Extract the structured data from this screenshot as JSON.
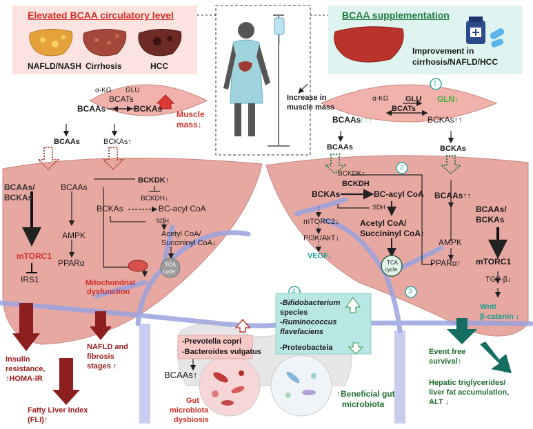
{
  "left_panel": {
    "header": "Elevated BCAA circulatory level",
    "liver_labels": [
      "NAFLD/NASH",
      "Cirrhosis",
      "HCC"
    ],
    "muscle": {
      "akg": "α-KG",
      "glu": "GLU",
      "bcats": "BCATs",
      "bcaas": "BCAAs",
      "bckas": "BCKAs",
      "muscle_mass": "Muscle",
      "muscle_mass2": "mass↓"
    },
    "arrows": {
      "bcaas": "BCAAs",
      "bckas": "BCKAs↑"
    },
    "liver": {
      "bcaas_bckas": "BCAAs/",
      "bcaas_bckas2": "BCKAs",
      "bcaas": "BCAAs",
      "ampk": "AMPK",
      "mtorc1": "mTORC1",
      "irs1": "IRS1",
      "ppara": "PPARα",
      "bckdk": "BCKDK↑",
      "bckdh": "BCKDH↓",
      "bckas": "BCKAs",
      "bc_acyl": "BC-acyl CoA",
      "sdh": "SDH",
      "acetyl": "Acetyl CoA/",
      "succinyl": "Succininyl CoA↓",
      "tca": "TCA",
      "tca2": "cycle",
      "mito": "Mitochondrial",
      "mito2": "dysfunction"
    },
    "outcomes": {
      "insulin": "Insulin",
      "insulin2": "resistance,",
      "insulin3": "↑HOMA-IR",
      "nafld": "NAFLD and",
      "nafld2": "fibrosis",
      "nafld3": "stages ↑",
      "fli": "Fatty Liver Index",
      "fli2": "(FLI)↑"
    }
  },
  "center": {
    "muscle_note": "Increase in",
    "muscle_note2": "muscle mass",
    "dysbiosis_box": {
      "line1": "-Prevotella copri",
      "line2": "-Bacteroides vulgatus"
    },
    "bcaas_up": "BCAAs↑",
    "gut_dysbiosis": "Gut",
    "gut_dysbiosis2": "microbiota",
    "gut_dysbiosis3": "dysbiosis"
  },
  "right_panel": {
    "header": "BCAA supplementation",
    "improvement": "Improvement in",
    "improvement2": "cirrhosis/NAFLD/HCC",
    "muscle": {
      "num1": "1",
      "akg": "α-KG",
      "glu": "GLU",
      "gln": "GLN↑",
      "bcats": "BCATs",
      "bcaas": "BCAAs",
      "bcaas_up": "↑↑↑",
      "bckas": "BCKAs↑↑"
    },
    "arrows": {
      "bcaas": "BCAAs",
      "bckas": "BCKAs"
    },
    "liver": {
      "num2": "2",
      "bckdk": "BCKDK↑",
      "bckdh": "BCKDH",
      "bckas": "BCKAs",
      "bc_acyl": "BC-acyl CoA",
      "sdh": "SDH",
      "mtorc2": "mTORC2↓",
      "pi3k": "PI3K/AkT↓",
      "vegf": "VEGF↓",
      "acetyl": "Acetyl CoA/",
      "succinyl": "Succininyl CoA↑",
      "tca": "TCA",
      "tca2": "cycle",
      "num3": "3",
      "bcaas": "BCAAs↑↑",
      "ampk": "AMPK",
      "ppara": "PPARα↑",
      "bcaas_bckas": "BCAAs/",
      "bcaas_bckas2": "BCKAs",
      "mtorc1": "mTORC1",
      "tgfb": "TGF-β↓",
      "wnt": "Wnt/",
      "wnt2": "β-catenin ↓"
    },
    "microbiota_box": {
      "num4": "4",
      "line1": "-Bifidobacterium",
      "line2": "species",
      "line3": "-Ruminococcus",
      "line4": "flavefaciens",
      "line5": "-Proteobacteia"
    },
    "outcomes": {
      "event": "Event free",
      "event2": "survival↑",
      "hepatic": "Hepatic triglycerides/",
      "hepatic2": "liver fat accumulation,",
      "hepatic3": "ALT ↓",
      "beneficial": "↑Beneficial gut",
      "beneficial2": "microbiota"
    }
  },
  "colors": {
    "liver_fill": "#e8a8a2",
    "muscle_fill": "#f0b2aa",
    "red_text": "#d0302a",
    "dark_red_arrow": "#8e1f1f",
    "teal_arrow": "#146e62",
    "green_text": "#1e7a3a",
    "vessel": "#9aa3e0",
    "left_header_bg": "#fbe3e0",
    "right_header_bg": "#dff4f0"
  }
}
